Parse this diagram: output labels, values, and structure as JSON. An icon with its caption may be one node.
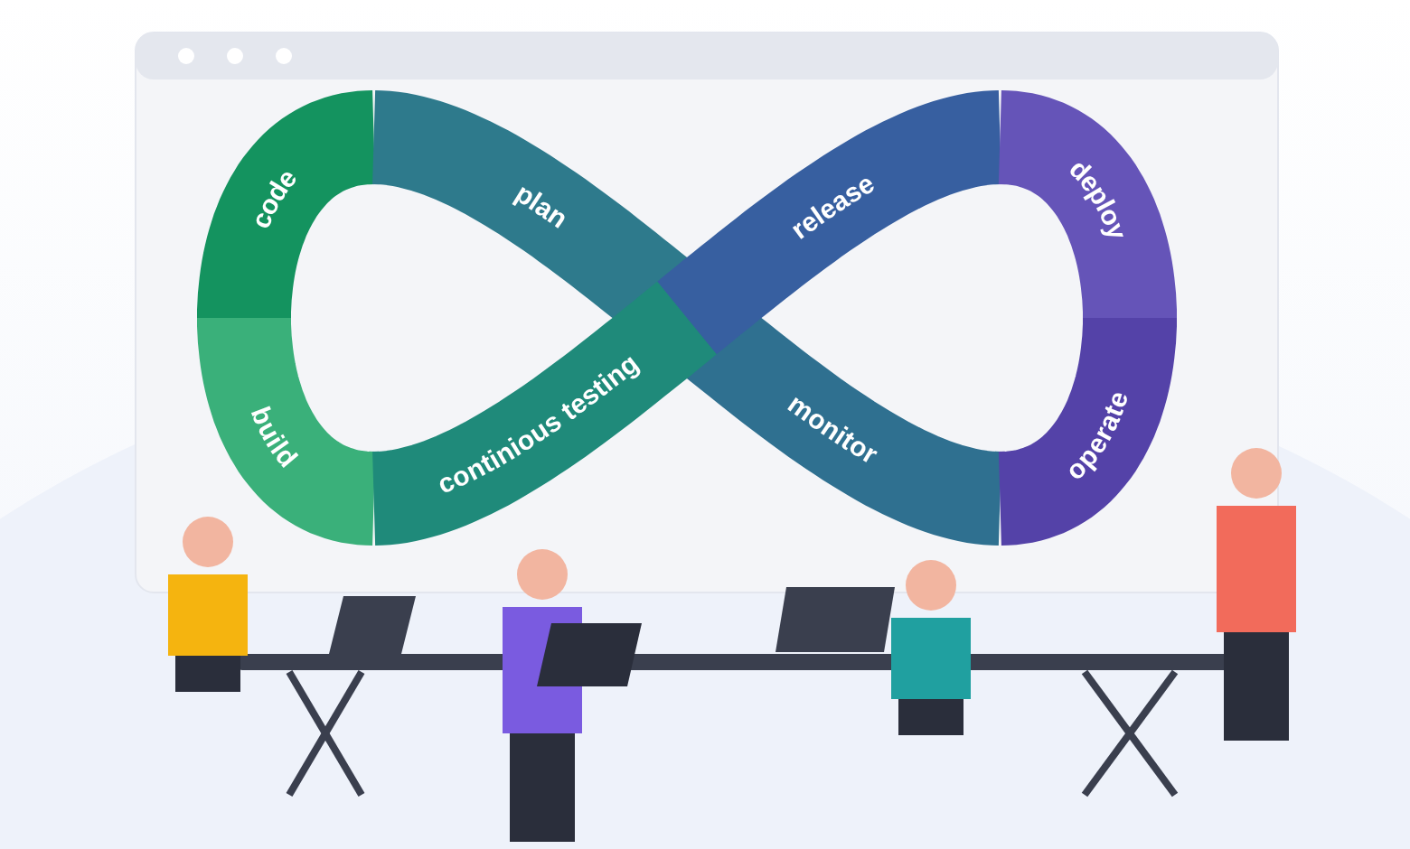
{
  "diagram": {
    "nodes": [
      {
        "text": [
          "code"
        ]
      },
      {
        "text": [
          "plan"
        ]
      },
      {
        "text": [
          "release"
        ]
      },
      {
        "text": [
          "deploy"
        ]
      },
      {
        "text": [
          "continious testing"
        ]
      },
      {
        "text": [
          "build"
        ]
      },
      {
        "text": [
          "monitor"
        ]
      },
      {
        "text": [
          "operate"
        ]
      }
    ]
  }
}
